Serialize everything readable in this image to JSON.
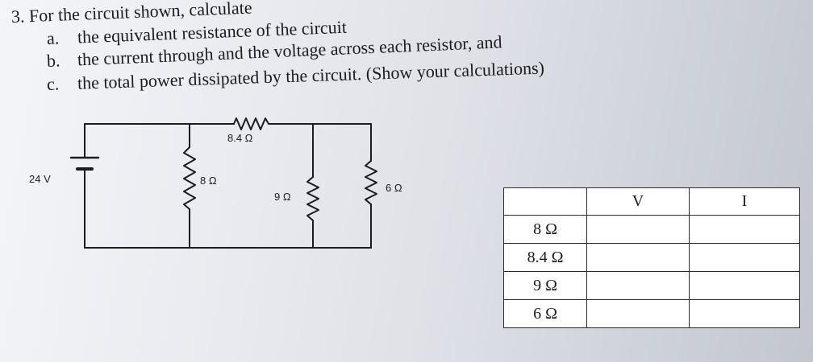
{
  "problem": {
    "number_line": "3. For the circuit shown, calculate",
    "parts": [
      {
        "letter": "a.",
        "text": "the equivalent resistance of the circuit"
      },
      {
        "letter": "b.",
        "text": "the current through and the voltage across each resistor, and"
      },
      {
        "letter": "c.",
        "text": "the total power dissipated by the circuit. (Show your calculations)"
      }
    ]
  },
  "circuit": {
    "source_label": "24 V",
    "r_series_label": "8.4 Ω",
    "r1_label": "8 Ω",
    "r2_label": "9 Ω",
    "r3_label": "6 Ω"
  },
  "table": {
    "headers": [
      "",
      "V",
      "I"
    ],
    "rows": [
      {
        "resistor": "8 Ω",
        "v": "",
        "i": ""
      },
      {
        "resistor": "8.4 Ω",
        "v": "",
        "i": ""
      },
      {
        "resistor": "9 Ω",
        "v": "",
        "i": ""
      },
      {
        "resistor": "6 Ω",
        "v": "",
        "i": ""
      }
    ]
  }
}
